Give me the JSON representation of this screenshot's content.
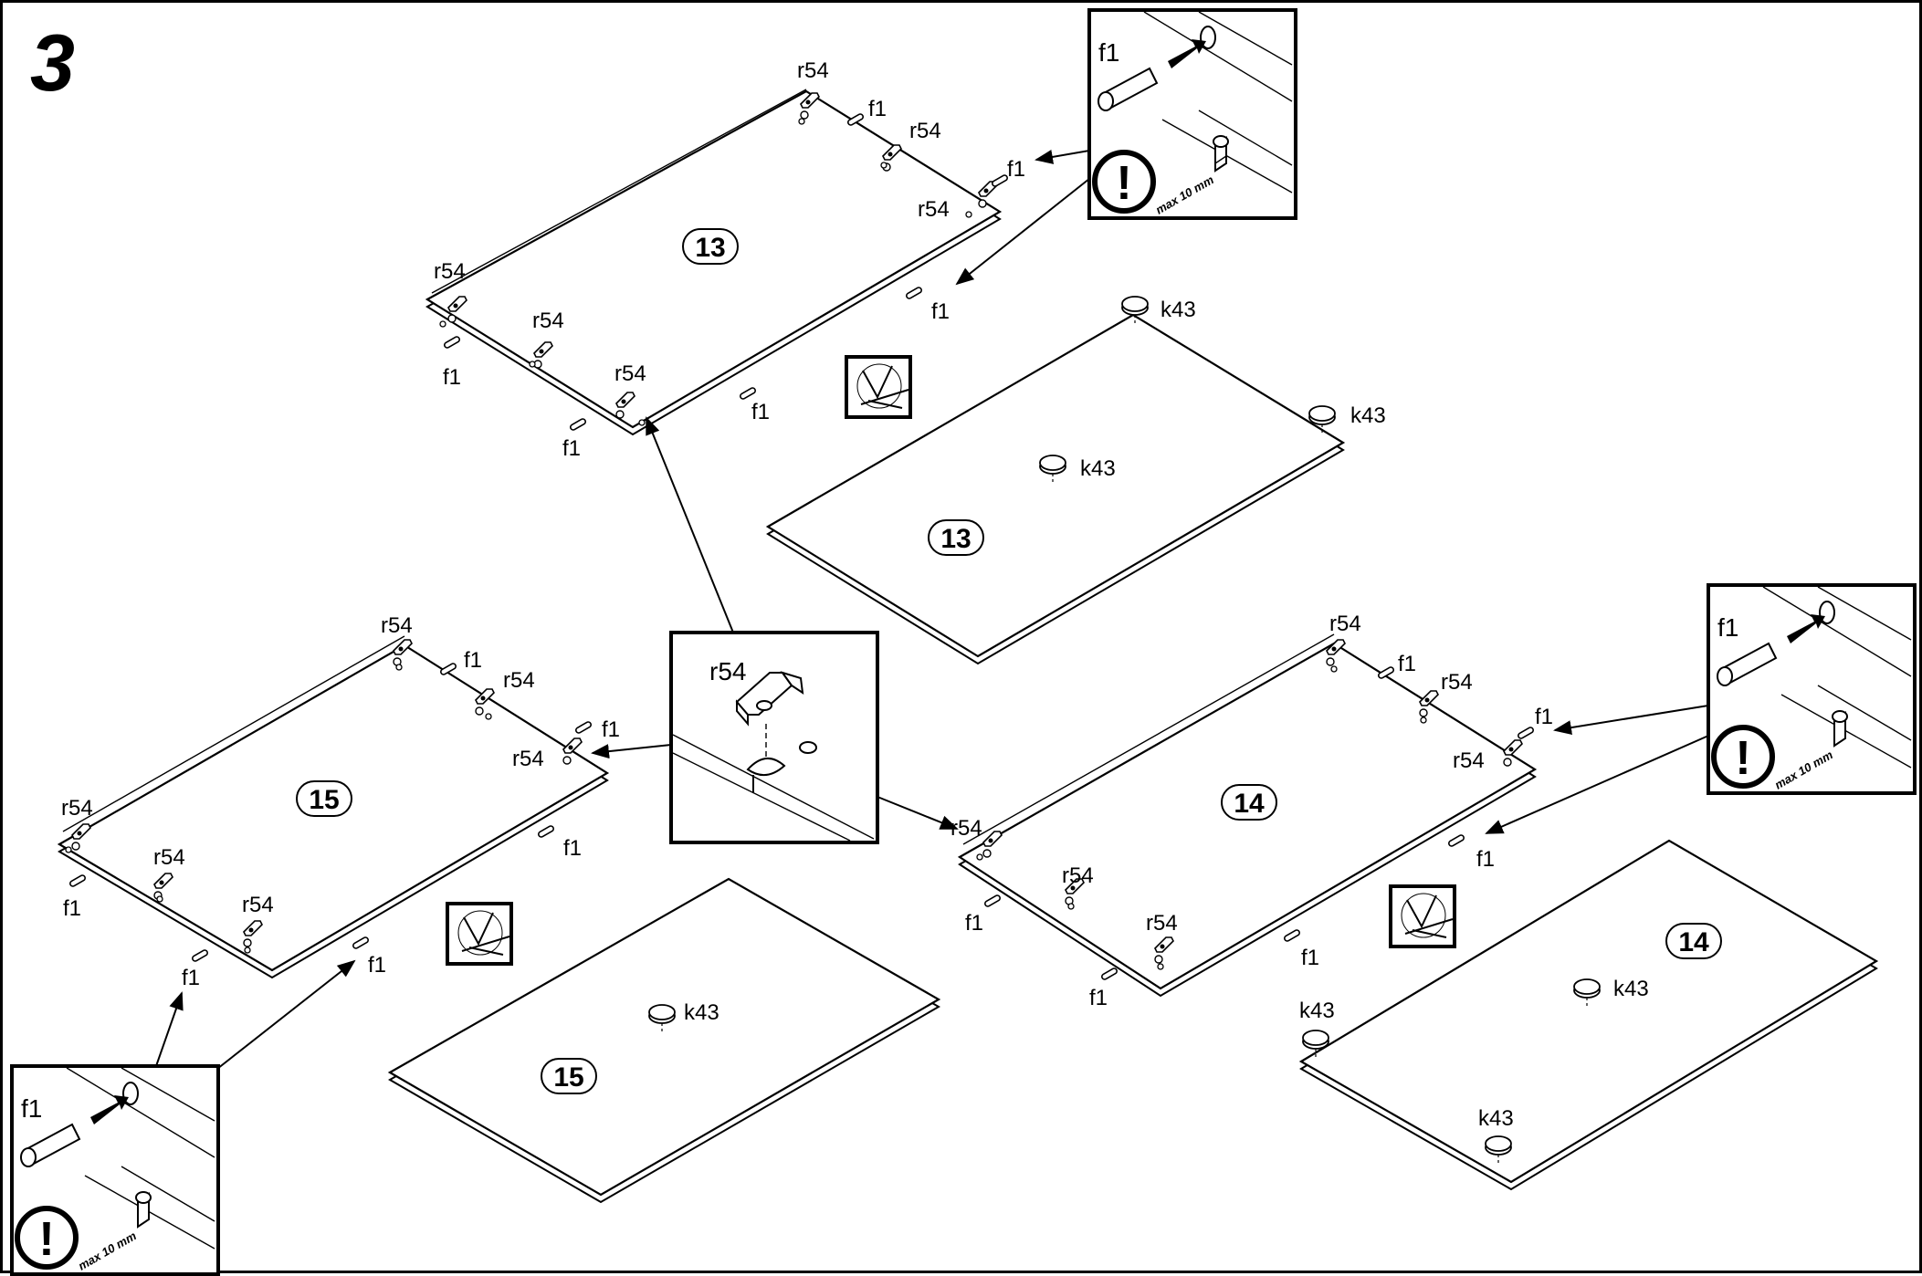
{
  "step_number": "3",
  "labels": {
    "cam": "r54",
    "dowel": "f1",
    "foot": "k43"
  },
  "panels": {
    "p13": "13",
    "p14": "14",
    "p15": "15"
  },
  "insets": {
    "dowel_label": "f1",
    "cam_label": "r54",
    "warning_mark": "!",
    "max_depth": "max 10 mm"
  },
  "colors": {
    "ink": "#000000",
    "paper": "#ffffff"
  }
}
